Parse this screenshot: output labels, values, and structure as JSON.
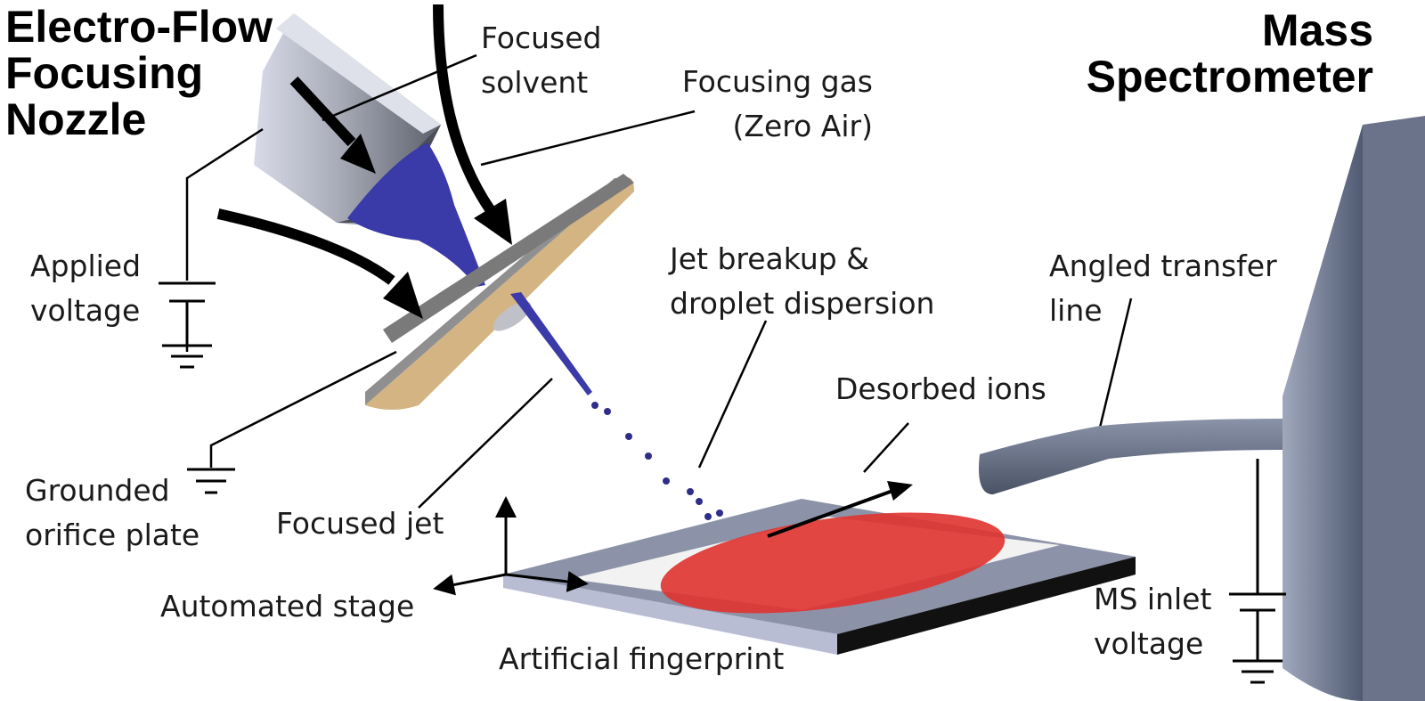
{
  "titles": {
    "nozzle": [
      "Electro-Flow",
      "Focusing",
      "Nozzle"
    ],
    "ms": [
      "Mass",
      "Spectrometer"
    ]
  },
  "labels": {
    "focused_solvent": [
      "Focused",
      "solvent"
    ],
    "focusing_gas": [
      "Focusing gas",
      "(Zero Air)"
    ],
    "applied_voltage": [
      "Applied",
      "voltage"
    ],
    "jet_breakup": [
      "Jet breakup &",
      "droplet dispersion"
    ],
    "angled_transfer": [
      "Angled transfer",
      "line"
    ],
    "desorbed_ions": "Desorbed ions",
    "grounded_plate": [
      "Grounded",
      "orifice plate"
    ],
    "focused_jet": "Focused jet",
    "automated_stage": "Automated stage",
    "ms_inlet_voltage": [
      "MS inlet",
      "voltage"
    ],
    "artificial_fingerprint": "Artificial fingerprint"
  },
  "colors": {
    "solvent_blue": "#3a3aa8",
    "fingerprint_red": "#e0332f",
    "nozzle_gray": "#8a8e9a",
    "plate_tan": "#d4b483",
    "ms_slate": "#6a7389"
  }
}
